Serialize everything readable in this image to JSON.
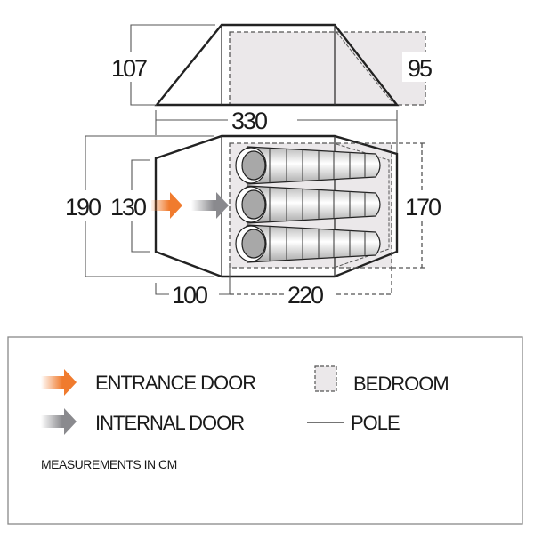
{
  "diagram": {
    "side_view": {
      "height_total": "107",
      "height_bedroom": "95",
      "length_total": "330"
    },
    "top_view": {
      "width_total": "190",
      "width_entrance": "130",
      "width_bedroom": "170",
      "length_porch": "100",
      "length_bedroom": "220",
      "sleeping_bags": 3
    },
    "colors": {
      "entrance_arrow": "#f07b2e",
      "internal_arrow": "#8a8a8e",
      "bedroom_fill": "#ebe8ea",
      "outline": "#222222"
    }
  },
  "legend": {
    "entrance_door": "ENTRANCE DOOR",
    "internal_door": "INTERNAL DOOR",
    "bedroom": "BEDROOM",
    "pole": "POLE",
    "note": "MEASUREMENTS IN CM"
  }
}
